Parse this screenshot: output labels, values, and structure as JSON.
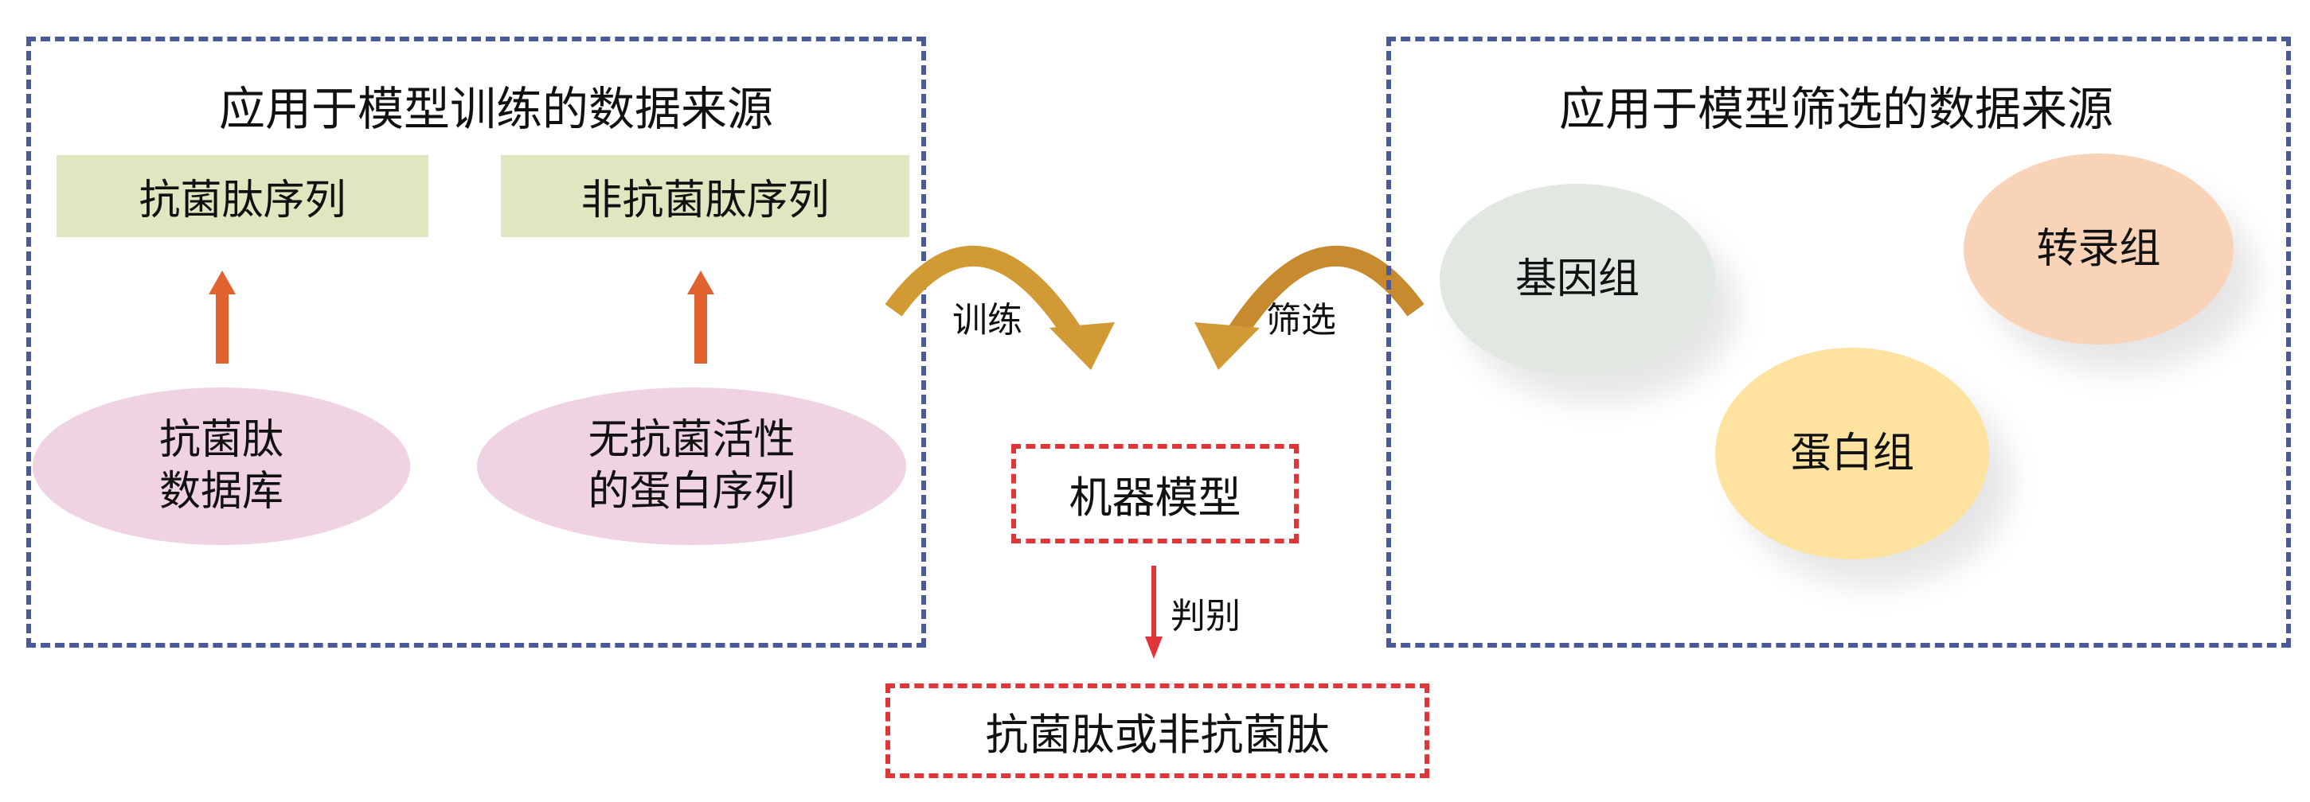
{
  "training_panel": {
    "title": "应用于模型训练的数据来源",
    "sequence_boxes": [
      {
        "label": "抗菌肽序列"
      },
      {
        "label": "非抗菌肽序列"
      }
    ],
    "sources": [
      {
        "line1": "抗菌肽",
        "line2": "数据库"
      },
      {
        "line1": "无抗菌活性",
        "line2": "的蛋白序列"
      }
    ]
  },
  "screening_panel": {
    "title": "应用于模型筛选的数据来源",
    "sources": [
      {
        "label": "基因组",
        "color": "#e1e8e1"
      },
      {
        "label": "转录组",
        "color": "#f9d3b8"
      },
      {
        "label": "蛋白组",
        "color": "#fde39f"
      }
    ]
  },
  "flow": {
    "train_label": "训练",
    "screen_label": "筛选",
    "model_label": "机器模型",
    "discriminate_label": "判别",
    "result_label": "抗菌肽或非抗菌肽"
  },
  "colors": {
    "panel_border": "#4a5a98",
    "model_border": "#e0363a",
    "up_arrow": "#e0622f",
    "curved_arrow": "#d29a35",
    "down_arrow": "#e0363a",
    "sequence_box": "#dfe7c1",
    "source_ellipse": "#f0d3e3"
  }
}
